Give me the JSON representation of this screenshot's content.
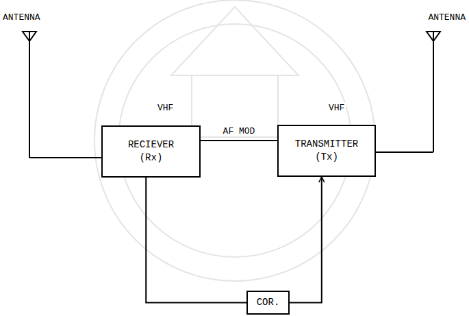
{
  "diagram": {
    "nodes": [
      {
        "text": [
          "RECIEVER (Rx)"
        ]
      },
      {
        "text": [
          "TRANSMITTER (Tx)"
        ]
      },
      {
        "text": [
          "COR."
        ]
      }
    ],
    "edges": [
      {
        "from": 0,
        "to": 1,
        "arrow": "none",
        "label": "AF MOD"
      },
      {
        "from": 0,
        "to": 2,
        "arrow": "none"
      },
      {
        "from": 2,
        "to": 1,
        "arrow": "to"
      }
    ],
    "labels": [
      "ANTENNA",
      "ANTENNA",
      "VHF",
      "VHF"
    ]
  }
}
